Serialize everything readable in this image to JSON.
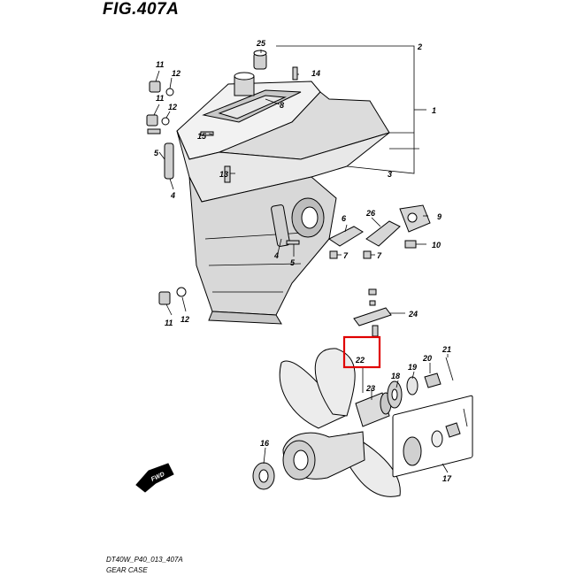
{
  "figure": {
    "title": "FIG.407A",
    "drawing_code": "DT40W_P40_013_407A",
    "caption": "GEAR CASE",
    "fwd_label": "FWD",
    "highlight_color": "#e00000",
    "highlighted_part": "22"
  },
  "callouts": {
    "c1": "1",
    "c2": "2",
    "c3": "3",
    "c4a": "4",
    "c4b": "4",
    "c5a": "5",
    "c5b": "5",
    "c6": "6",
    "c7a": "7",
    "c7b": "7",
    "c8": "8",
    "c9": "9",
    "c10": "10",
    "c11a": "11",
    "c11b": "11",
    "c11c": "11",
    "c12a": "12",
    "c12b": "12",
    "c12c": "12",
    "c13": "13",
    "c14": "14",
    "c15": "15",
    "c16": "16",
    "c17": "17",
    "c18": "18",
    "c19": "19",
    "c20": "20",
    "c21": "21",
    "c22": "22",
    "c23": "23",
    "c24": "24",
    "c25": "25",
    "c26": "26"
  }
}
